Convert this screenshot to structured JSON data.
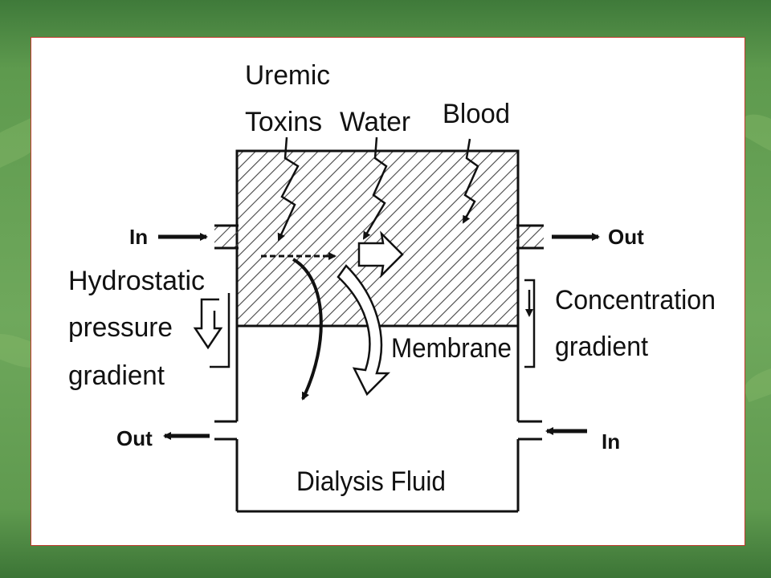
{
  "diagram": {
    "labels": {
      "uremic": "Uremic",
      "toxins": "Toxins",
      "water": "Water",
      "blood": "Blood",
      "blood_in": "In",
      "blood_out": "Out",
      "hydrostatic": "Hydrostatic",
      "pressure": "pressure",
      "gradient_left": "gradient",
      "concentration": "Concentration",
      "gradient_right": "gradient",
      "membrane": "Membrane",
      "fluid_out": "Out",
      "fluid_in": "In",
      "dialysis_fluid": "Dialysis Fluid"
    },
    "colors": {
      "ink": "#111111",
      "frame_border": "#c0392b",
      "slide_background": "#ffffff"
    }
  }
}
